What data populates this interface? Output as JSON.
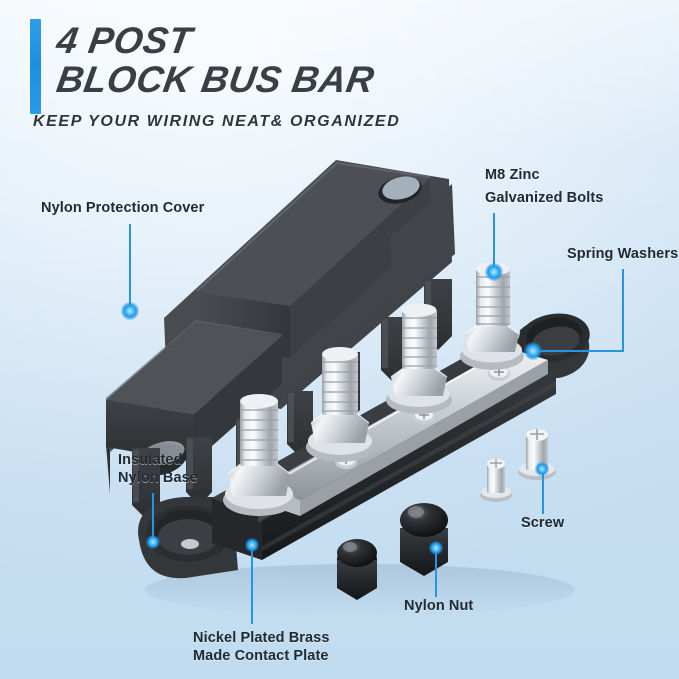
{
  "header": {
    "title_line1": "4 POST",
    "title_line2": "BLOCK BUS BAR",
    "subtitle": "KEEP YOUR WIRING NEAT& ORGANIZED",
    "accent_color": "#2b9ae6"
  },
  "theme": {
    "background_top": "#f4f9fd",
    "background_bottom": "#c6def1",
    "leader_line_color": "#2a93df",
    "glow_color": "#1d9bec",
    "label_text_color": "#222a31",
    "title_text_color": "#3b3f44",
    "product_black": "#35383b",
    "chrome": "#d9dde1"
  },
  "product": {
    "name": "4 Post Block Bus Bar",
    "post_count": 4,
    "loose_screw_count": 2,
    "loose_nut_count": 2
  },
  "callouts": [
    {
      "id": "nylon-protection-cover",
      "lines": [
        "Nylon Protection Cover"
      ]
    },
    {
      "id": "m8-zinc-galvanized-bolts",
      "lines": [
        "M8 Zinc",
        "Galvanized Bolts"
      ]
    },
    {
      "id": "spring-washers",
      "lines": [
        "Spring Washers"
      ]
    },
    {
      "id": "insulated-nylon-base",
      "lines": [
        "Insulated",
        "Nylon Base"
      ]
    },
    {
      "id": "screw",
      "lines": [
        "Screw"
      ]
    },
    {
      "id": "nylon-nut",
      "lines": [
        "Nylon Nut"
      ]
    },
    {
      "id": "nickel-plated-brass-contact-plate",
      "lines": [
        "Nickel Plated Brass",
        "Made Contact Plate"
      ]
    }
  ]
}
